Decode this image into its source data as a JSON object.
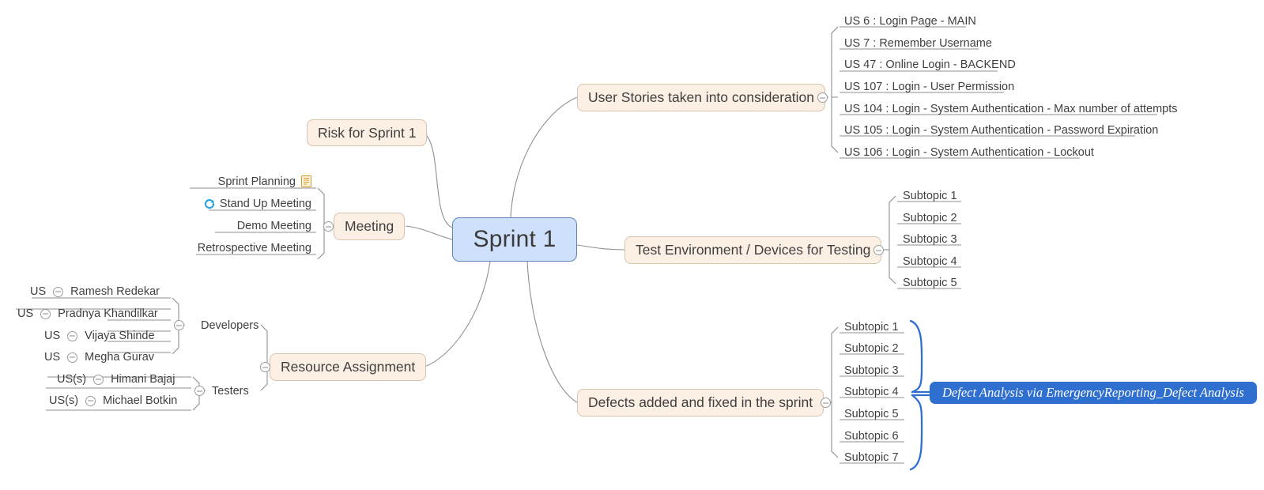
{
  "meta": {
    "title": "Sprint 1 Mind Map",
    "colors": {
      "root_fill": "#cfe0fb",
      "root_stroke": "#5f84bd",
      "node_fill": "#fcefe3",
      "node_stroke": "#d8c3ae",
      "callout_fill": "#2f6fd0",
      "callout_text": "#ffffff",
      "line": "#8f8f8f",
      "brace": "#2f6fd0",
      "text": "#3f3f3f",
      "recur_icon": "#22a0e8",
      "note_icon": "#d79b2a"
    }
  },
  "root": {
    "label": "Sprint 1"
  },
  "branches": {
    "risk": {
      "label": "Risk for Sprint 1",
      "children": []
    },
    "user_stories": {
      "label": "User Stories taken into consideration",
      "toggle": "collapse-toggle",
      "children": [
        {
          "label": "US 6 : Login Page - MAIN"
        },
        {
          "label": "US 7 : Remember Username"
        },
        {
          "label": "US 47 : Online Login - BACKEND"
        },
        {
          "label": "US 107 : Login - User Permission"
        },
        {
          "label": "US 104 : Login - System Authentication - Max number of attempts"
        },
        {
          "label": "US 105 : Login - System Authentication - Password Expiration"
        },
        {
          "label": "US 106 : Login - System Authentication - Lockout"
        }
      ]
    },
    "test_environment": {
      "label": "Test Environment / Devices for Testing",
      "toggle": "collapse-toggle",
      "children": [
        {
          "label": "Subtopic 1"
        },
        {
          "label": "Subtopic 2"
        },
        {
          "label": "Subtopic 3"
        },
        {
          "label": "Subtopic 4"
        },
        {
          "label": "Subtopic 5"
        }
      ]
    },
    "defects": {
      "label": "Defects added and fixed in the sprint",
      "toggle": "collapse-toggle",
      "children": [
        {
          "label": "Subtopic 1"
        },
        {
          "label": "Subtopic 2"
        },
        {
          "label": "Subtopic 3"
        },
        {
          "label": "Subtopic 4"
        },
        {
          "label": "Subtopic 5"
        },
        {
          "label": "Subtopic 6"
        },
        {
          "label": "Subtopic 7"
        }
      ],
      "callout": {
        "label": "Defect Analysis via EmergencyReporting_Defect Analysis"
      }
    },
    "meeting": {
      "label": "Meeting",
      "toggle": "collapse-toggle",
      "children": [
        {
          "label": "Sprint Planning",
          "icon": "note-icon",
          "icon_position": "after"
        },
        {
          "label": "Stand Up Meeting",
          "icon": "recurring-icon",
          "icon_position": "before"
        },
        {
          "label": "Demo Meeting"
        },
        {
          "label": "Retrospective Meeting"
        }
      ]
    },
    "resource_assignment": {
      "label": "Resource Assignment",
      "toggle": "collapse-toggle",
      "groups": [
        {
          "label": "Developers",
          "toggle": "collapse-toggle",
          "people": [
            {
              "tag": "US",
              "name": "Ramesh Redekar"
            },
            {
              "tag": "US",
              "name": "Pradnya Khandilkar"
            },
            {
              "tag": "US",
              "name": "Vijaya Shinde"
            },
            {
              "tag": "US",
              "name": "Megha Gurav"
            }
          ]
        },
        {
          "label": "Testers",
          "toggle": "collapse-toggle",
          "people": [
            {
              "tag": "US(s)",
              "name": "Himani Bajaj"
            },
            {
              "tag": "US(s)",
              "name": "Michael Botkin"
            }
          ]
        }
      ]
    }
  }
}
